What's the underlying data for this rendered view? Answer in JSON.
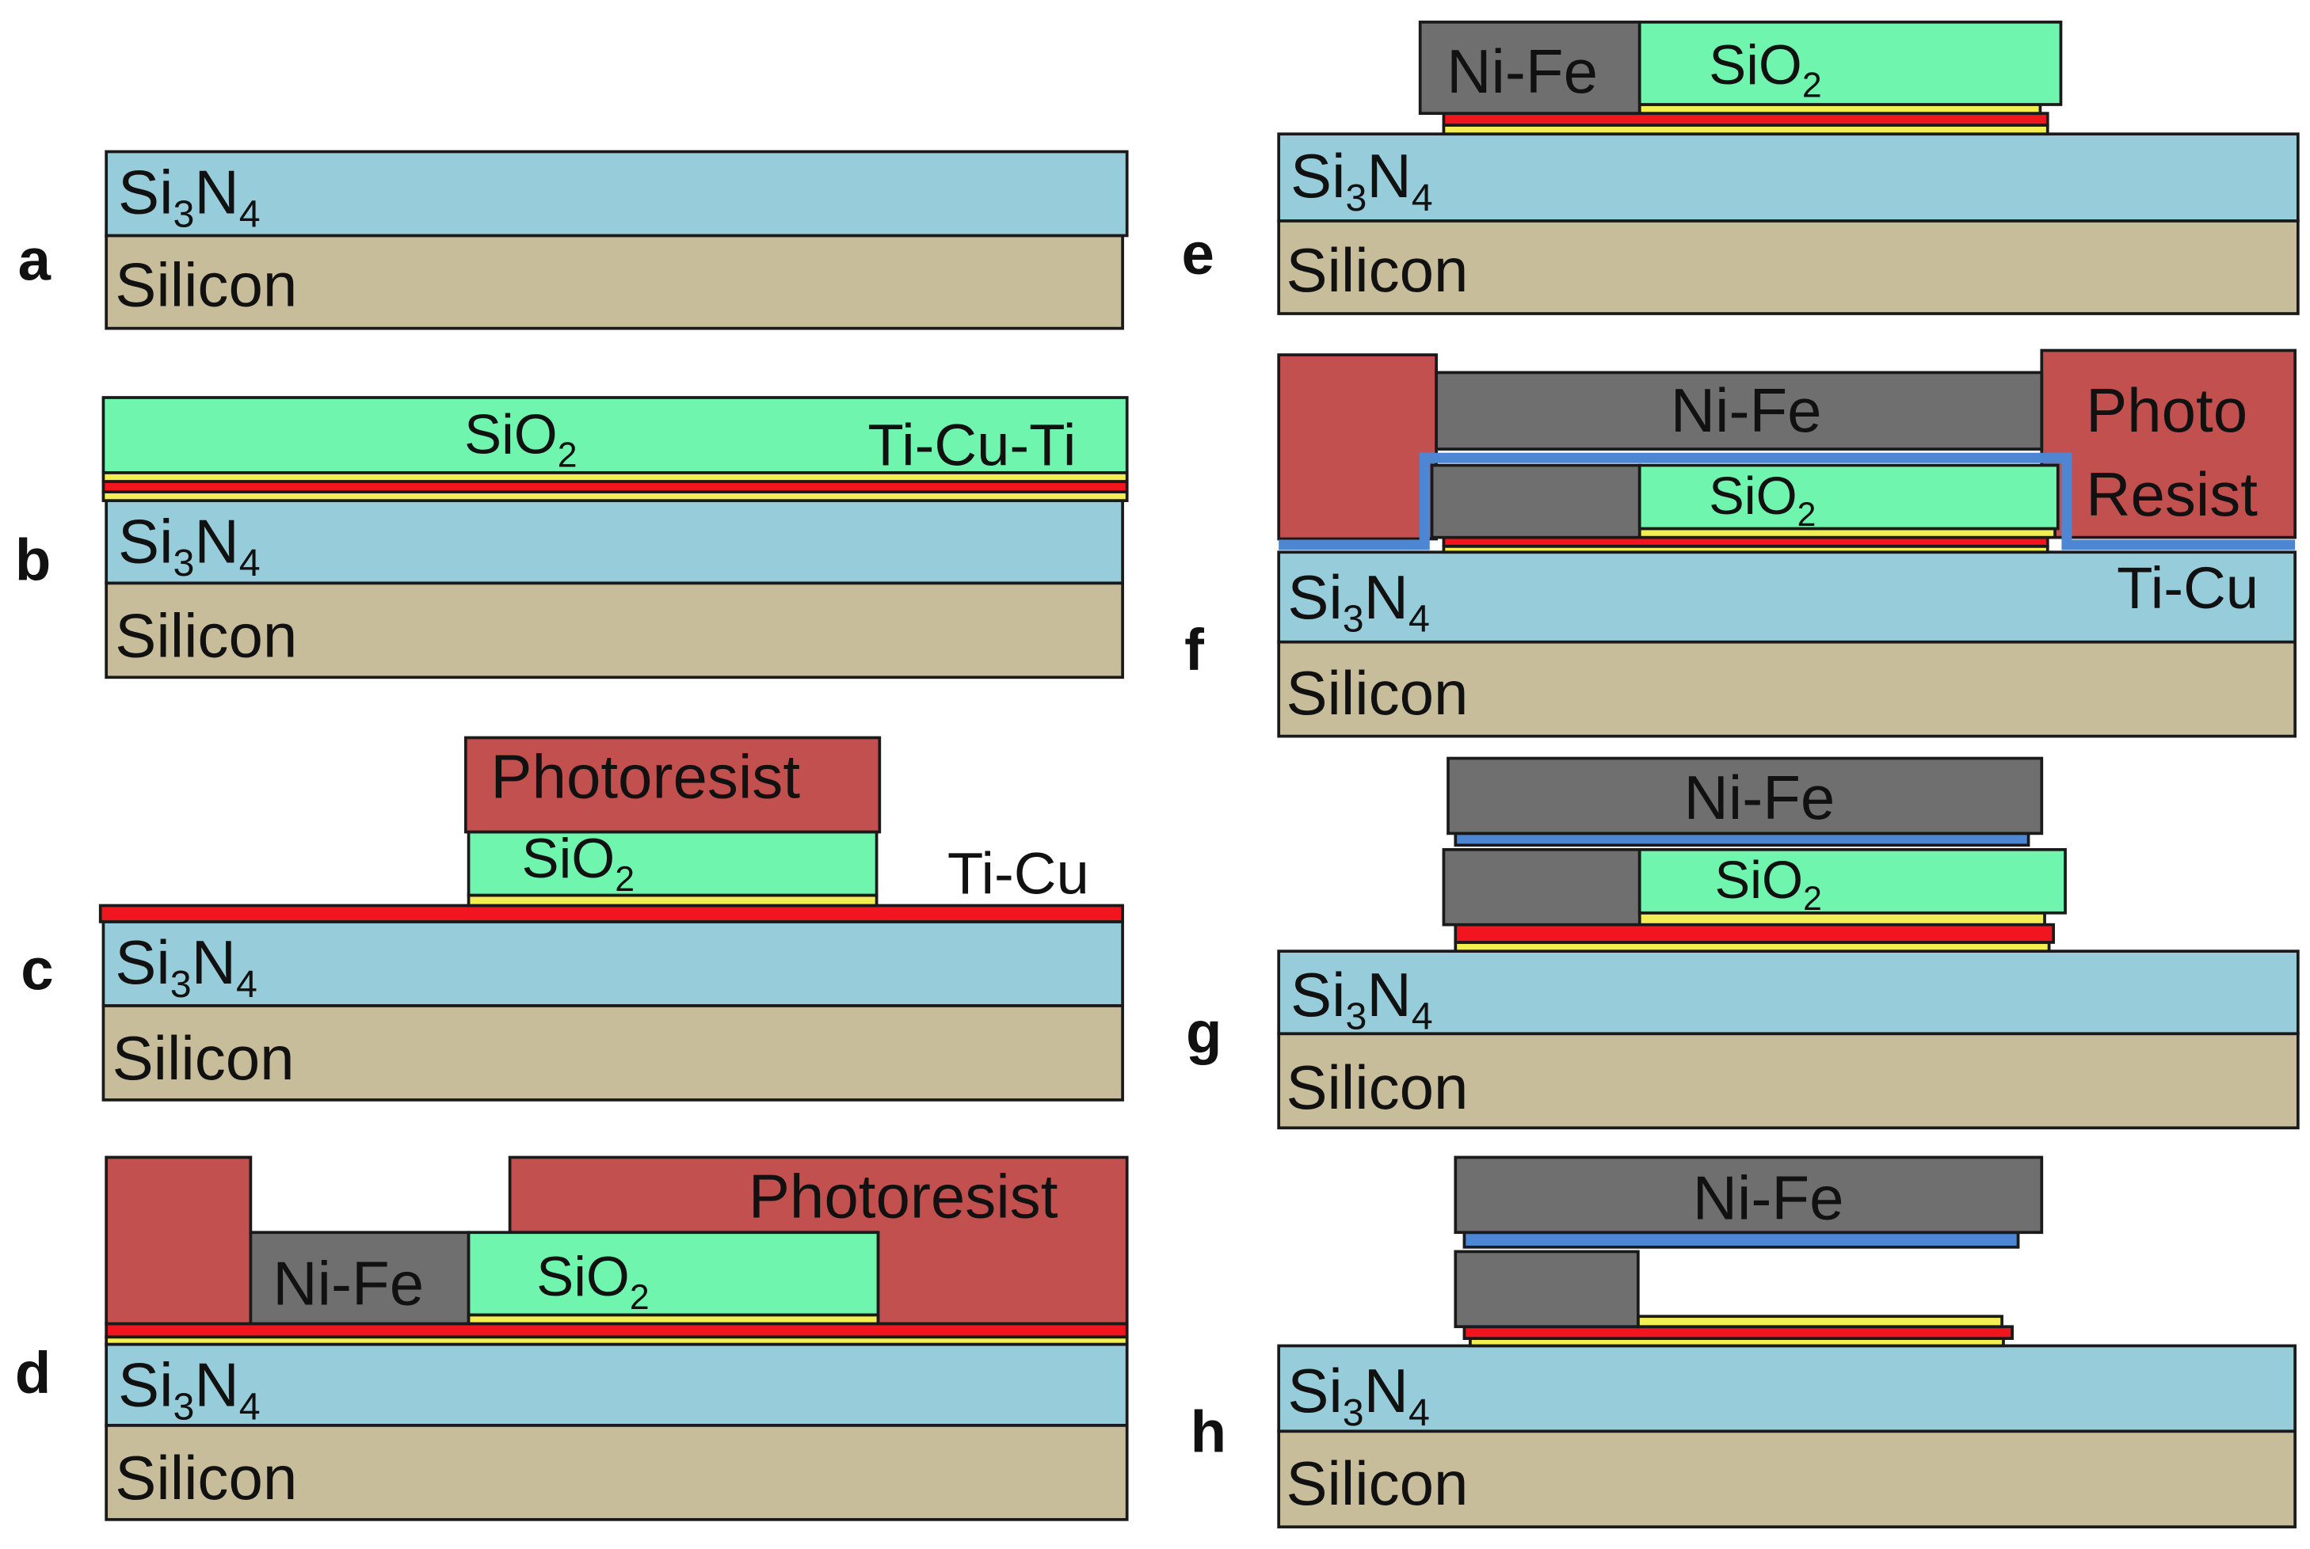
{
  "colors": {
    "silicon": "#c8bd9b",
    "si3n4": "#97cddb",
    "sio2": "#6ff5ae",
    "photoresist": "#c1504e",
    "nife": "#6f6f6f",
    "ticu_red": "#f0151e",
    "ti_yellow": "#f3ee54",
    "ticu_blue": "#4d86d3",
    "outline": "#1a1a1a"
  },
  "panels": {
    "a": {
      "letter": "a",
      "silicon": "Silicon",
      "si3n4": {
        "base": "Si",
        "sub1": "3",
        "mid": "N",
        "sub2": "4"
      }
    },
    "b": {
      "letter": "b",
      "silicon": "Silicon",
      "si3n4": {
        "base": "Si",
        "sub1": "3",
        "mid": "N",
        "sub2": "4"
      },
      "sio2": {
        "base": "SiO",
        "sub": "2"
      },
      "ticuti": "Ti-Cu-Ti"
    },
    "c": {
      "letter": "c",
      "silicon": "Silicon",
      "si3n4": {
        "base": "Si",
        "sub1": "3",
        "mid": "N",
        "sub2": "4"
      },
      "sio2": {
        "base": "SiO",
        "sub": "2"
      },
      "photoresist": "Photoresist",
      "ticu": "Ti-Cu"
    },
    "d": {
      "letter": "d",
      "silicon": "Silicon",
      "si3n4": {
        "base": "Si",
        "sub1": "3",
        "mid": "N",
        "sub2": "4"
      },
      "sio2": {
        "base": "SiO",
        "sub": "2"
      },
      "photoresist": "Photoresist",
      "nife": "Ni-Fe"
    },
    "e": {
      "letter": "e",
      "silicon": "Silicon",
      "si3n4": {
        "base": "Si",
        "sub1": "3",
        "mid": "N",
        "sub2": "4"
      },
      "sio2": {
        "base": "SiO",
        "sub": "2"
      },
      "nife": "Ni-Fe"
    },
    "f": {
      "letter": "f",
      "silicon": "Silicon",
      "si3n4": {
        "base": "Si",
        "sub1": "3",
        "mid": "N",
        "sub2": "4"
      },
      "sio2": {
        "base": "SiO",
        "sub": "2"
      },
      "nife": "Ni-Fe",
      "photo_line1": "Photo",
      "photo_line2": "Resist",
      "ticu": "Ti-Cu"
    },
    "g": {
      "letter": "g",
      "silicon": "Silicon",
      "si3n4": {
        "base": "Si",
        "sub1": "3",
        "mid": "N",
        "sub2": "4"
      },
      "sio2": {
        "base": "SiO",
        "sub": "2"
      },
      "nife": "Ni-Fe"
    },
    "h": {
      "letter": "h",
      "silicon": "Silicon",
      "si3n4": {
        "base": "Si",
        "sub1": "3",
        "mid": "N",
        "sub2": "4"
      },
      "nife": "Ni-Fe"
    }
  }
}
